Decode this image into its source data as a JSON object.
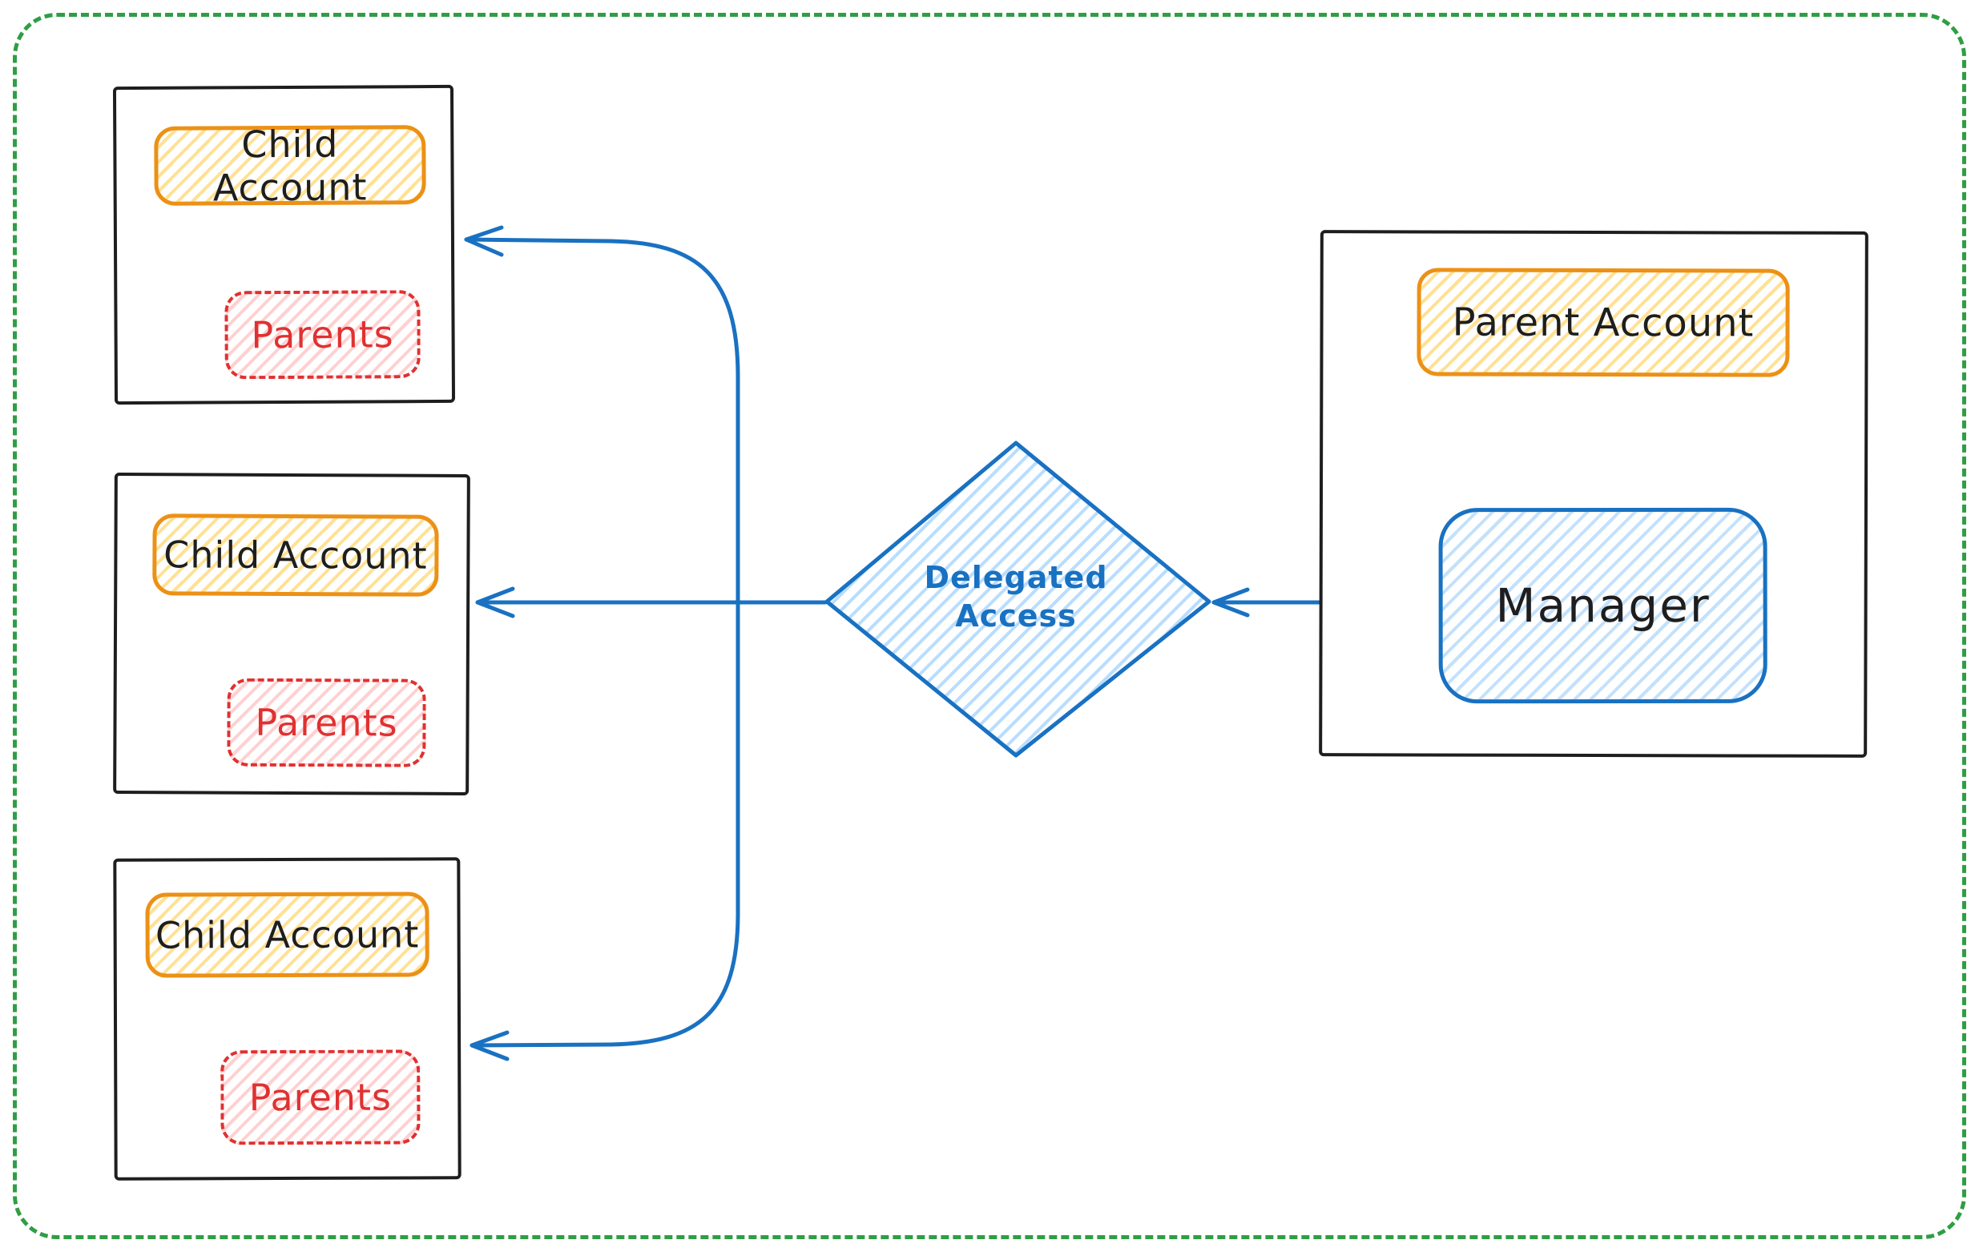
{
  "canvas": {
    "background": "#ffffff",
    "frame_color": "#2f9e44"
  },
  "diagram": {
    "child_accounts": [
      {
        "label": "Child Account",
        "sub_label": "Parents"
      },
      {
        "label": "Child Account",
        "sub_label": "Parents"
      },
      {
        "label": "Child Account",
        "sub_label": "Parents"
      }
    ],
    "parent_account": {
      "label": "Parent Account",
      "manager_label": "Manager"
    },
    "decision": {
      "line1": "Delegated",
      "line2": "Access"
    },
    "connections": [
      {
        "from": "Manager",
        "to": "Delegated Access"
      },
      {
        "from": "Delegated Access",
        "to": "Child Account 1"
      },
      {
        "from": "Delegated Access",
        "to": "Child Account 2"
      },
      {
        "from": "Delegated Access",
        "to": "Child Account 3"
      }
    ]
  },
  "colors": {
    "blue": "#1971c2",
    "blue_fill": "#b8ddff",
    "orange": "#ec9116",
    "orange_fill": "#ffc83c",
    "red": "#e03131",
    "sketch_black": "#1e1e1e",
    "frame_green": "#2f9e44"
  }
}
